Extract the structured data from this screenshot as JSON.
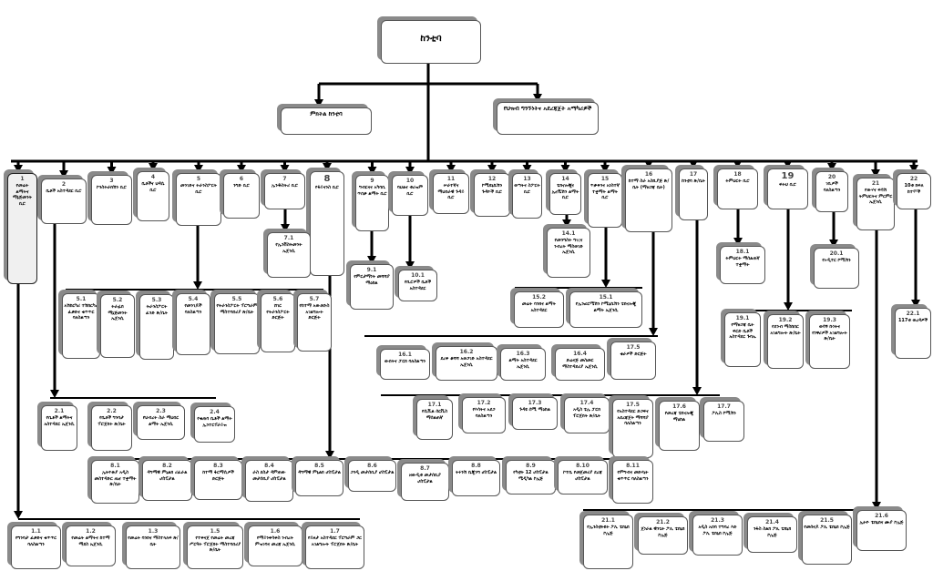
{
  "title": "ከንቲባ",
  "nodes": {
    "root": {
      "num": "",
      "label": "ከንቲባ"
    },
    "deputy": {
      "num": "",
      "label": "ምክትል ከንቲባ"
    },
    "advisors": {
      "num": "",
      "label": "የህዝብ ግንኙነትና አደረጃጀት አማካሪዎች"
    },
    "1": {
      "num": "1",
      "label": "የመሬት ልማትና ማኔጅመንት ቢሮ"
    },
    "2": {
      "num": "2",
      "label": "ቤቶች አስተዳደር ቢሮ"
    },
    "3": {
      "num": "3",
      "label": "ኮንስትራክሽን ቢሮ"
    },
    "4": {
      "num": "4",
      "label": "ቤቶችና ህዳሴ ቢሮ"
    },
    "5": {
      "num": "5",
      "label": "መንገድና ትራንስፖርት ቢሮ"
    },
    "6": {
      "num": "6",
      "label": "ንግድ ቢሮ"
    },
    "7": {
      "num": "7",
      "label": "ኢንዱስትሪ ቢሮ"
    },
    "8": {
      "num": "8",
      "label": "የፋይናንስ ቢሮ"
    },
    "9": {
      "num": "9",
      "label": "ግብርናና አካባቢ ጥበቃ ልማት ቢሮ"
    },
    "10": {
      "num": "10",
      "label": "ባህልና ቱሪዝም ቢሮ"
    },
    "11": {
      "num": "11",
      "label": "ሠራተኛና ማህበራዊ ጉዳይ ቢሮ"
    },
    "12": {
      "num": "12",
      "label": "ኮሚዩኒኬሽን ጉዳዮች ቢሮ"
    },
    "13": {
      "num": "13",
      "label": "ወጣትና ስፖርት ቢሮ"
    },
    "14": {
      "num": "14",
      "label": "ቴክኖሎጂና ኢኖቬሽን ልማት ቢሮ"
    },
    "15": {
      "num": "15",
      "label": "ጥቃቅንና አነስተኛ ተቋማት ልማት ቢሮ"
    },
    "16": {
      "num": "16",
      "label": "ከተማ ስራ አስኪያጅ ጽ/ቤት (ማዘጋጃ ቤት)"
    },
    "17": {
      "num": "17",
      "label": "ከንቲባ ጽ/ቤት"
    },
    "18": {
      "num": "18",
      "label": "ትምህርት ቢሮ"
    },
    "19": {
      "num": "19",
      "label": "ፍትህ ቢሮ"
    },
    "20": {
      "num": "20",
      "label": "ገቢዎች ባለስልጣን"
    },
    "21": {
      "num": "21",
      "label": "የውሃና ፍሳሽ ትምህርትና ምርምር ኤጀንሲ"
    },
    "22": {
      "num": "22",
      "label": "10ቱ ክፍለ ከተሞች"
    },
    "7.1": {
      "num": "7.1",
      "label": "የኢንቨስትመንት ኤጀንሲ"
    },
    "9.1": {
      "num": "9.1",
      "label": "የምርታማነት መሻሻያ ማዕከል"
    },
    "10.1": {
      "num": "10.1",
      "label": "የቢሮዎች ቤቶች አስተዳደር"
    },
    "14.1": {
      "num": "14.1",
      "label": "የመንግስት ግዢና ንብረት ማስወገድ ኤጀንሲ"
    },
    "15.1": {
      "num": "15.1",
      "label": "የኢንፎርሜሽን ኮሚኒኬሽን ቴክኖሎጂ ልማት ኤጀንሲ"
    },
    "15.2": {
      "num": "15.2",
      "label": "መሬት ባንክና ልማት አስተዳደር"
    },
    "18.1": {
      "num": "18.1",
      "label": "ትምህርት ማሰልጠኛ ተቋማት"
    },
    "20.1": {
      "num": "20.1",
      "label": "የኦዲተር ኮሚሽን"
    },
    "22.1": {
      "num": "22.1",
      "label": "117ቱ ወረዳዎች"
    },
    "5.1": {
      "num": "5.1",
      "label": "አሽከርካሪ ተሽከርካሪ ፈቃድና ቁጥጥር ባለስልጣን"
    },
    "5.2": {
      "num": "5.2",
      "label": "ትራፊክ ማኔጅመንት ኤጀንሲ"
    },
    "5.3": {
      "num": "5.3",
      "label": "ትራንስፖርት ፈንድ ጽ/ቤት"
    },
    "5.4": {
      "num": "5.4",
      "label": "የመንገዶች ባለስልጣን"
    },
    "5.5": {
      "num": "5.5",
      "label": "የትራንስፖርት ፕሮግራም ማስተባበሪያ ጽ/ቤት"
    },
    "5.6": {
      "num": "5.6",
      "label": "ሸገር የትራንስፖርት ድርጅት"
    },
    "5.7": {
      "num": "5.7",
      "label": "የከተማ አውቶቡስ አገልግሎት ድርጅት"
    },
    "2.1": {
      "num": "2.1",
      "label": "የቤቶች ልማትና አስተዳደር ኤጀንሲ"
    },
    "2.2": {
      "num": "2.2",
      "label": "የቤቶች ግንባታ ፕሮጀክት ጽ/ቤት"
    },
    "2.3": {
      "num": "2.3",
      "label": "የህብረት ስራ ማህበር ልማት ኤጀንሲ"
    },
    "2.4": {
      "num": "2.4",
      "label": "የቁጠባ ቤቶች ልማት ኢንተርፕራይዝ"
    },
    "16.1": {
      "num": "16.1",
      "label": "ውበትና ፓርክ ባለስልጣን"
    },
    "16.2": {
      "num": "16.2",
      "label": "ደረቅ ቆሻሻ አወጋገድ አስተዳደር ኤጀንሲ"
    },
    "16.3": {
      "num": "16.3",
      "label": "ልማት አስተዳደር ኤጀንሲ"
    },
    "16.4": {
      "num": "16.4",
      "label": "ድሬናጅ መስመር ማስተዳደሪያ ኤጀንሲ"
    },
    "16.5": {
      "num": "17.5",
      "label": "ቄራዎች ድርጅት"
    },
    "17.1": {
      "num": "17.1",
      "label": "የሲቪል ሰርቪስ ማሰልጠኛ"
    },
    "17.2": {
      "num": "17.2",
      "label": "የእሳትና አደጋ ባለስልጣን"
    },
    "17.3": {
      "num": "17.3",
      "label": "ጉዳዩ ሰሚ ማዕከል"
    },
    "17.4": {
      "num": "17.4",
      "label": "አዲስ ቴሌ ፓርክ ፕሮጀክት ጽ/ቤት"
    },
    "17.5": {
      "num": "17.5",
      "label": "የአስተዳደር ድጋፍና አደረጃጀት ማሻሻያ ባለስልጣን"
    },
    "17.6": {
      "num": "17.6",
      "label": "የመረጃ ቴክኖሎጂ ማዕከል"
    },
    "17.7": {
      "num": "17.7",
      "label": "ፖሊስ ኮሚሽን"
    },
    "19.1": {
      "num": "19.1",
      "label": "የማዘጋጃ ቤት ፍርድ ቤቶች አስተዳደር ጉባኤ"
    },
    "19.2": {
      "num": "19.2",
      "label": "የደንብ ማስከበር አገልግሎት ጽ/ቤት"
    },
    "19.3": {
      "num": "19.3",
      "label": "ወሳኝ ኩነትና የነዋሪዎች አገልግሎት ጽ/ቤት"
    },
    "8.1": {
      "num": "8.1",
      "label": "ኢትዮጵያ አዲስ መስተዳድር ጤና ተቋማት ጽ/ቤት"
    },
    "8.2": {
      "num": "8.2",
      "label": "ዳግማዊ ምኒልክ ሪፈራል ሆስፒታል"
    },
    "8.3": {
      "num": "8.3",
      "label": "ከተማ ፋርማሲዎች ድርጅት"
    },
    "8.4": {
      "num": "8.4",
      "label": "ራስ ደስታ ዳምጠው መታሰቢያ ሆስፒታል"
    },
    "8.5": {
      "num": "8.5",
      "label": "ዳግማዊ ምኒልክ ሆስፒታል"
    },
    "8.6": {
      "num": "8.6",
      "label": "ጋንዲ መታሰቢያ ሆስፒታል"
    },
    "8.7": {
      "num": "8.7",
      "label": "ዘውዲቱ መታሰቢያ ሆስፒታል"
    },
    "8.8": {
      "num": "8.8",
      "label": "ትሩንሽ ቤጂንግ ሆስፒታል"
    },
    "8.9": {
      "num": "8.9",
      "label": "የካቲት 12 ሆስፒታል ሜዲካል ኮሌጅ"
    },
    "8.10": {
      "num": "8.10",
      "label": "ኮተቤ የመጀመሪያ ደረጃ ሆስፒታል"
    },
    "8.11": {
      "num": "8.11",
      "label": "የምግብና መድሃኒት ቁጥጥር ባለስልጣን"
    },
    "1.1": {
      "num": "1.1",
      "label": "የግንባታ ፈቃድና ቁጥጥር ባለስልጣን"
    },
    "1.2": {
      "num": "1.2",
      "label": "የመሬት ልማትና ከተማ ማደስ ኤጀንሲ"
    },
    "1.3": {
      "num": "1.3",
      "label": "የመሬት ባንክና ማስተላለፍ ጽ/ቤት"
    },
    "1.5": {
      "num": "1.5",
      "label": "የተቀናጀ የመሬት መረጃ ሥርዓት ፕሮጀክት ማስተባበሪያ ጽ/ቤት"
    },
    "1.6": {
      "num": "1.6",
      "label": "የማይንቀሳቀስ ንብረት ምዝገባና መረጃ ኤጀንሲ"
    },
    "1.7": {
      "num": "1.7",
      "label": "የይዞታ አስተዳደር ፕሮግራም ጋር አገልግሎት ፕሮጀክት ጽ/ቤት"
    },
    "21.1": {
      "num": "21.1",
      "label": "የኢንስቲትዩት ፖሊ ቴክኒክ ኮሌጅ"
    },
    "21.2": {
      "num": "21.2",
      "label": "ጀነራል ዊንጌት ፖሊ ቴክኒክ ኮሌጅ"
    },
    "21.3": {
      "num": "21.3",
      "label": "አዲስ አበባ ተግባረ እድ ፖሊ ቴክኒክ ኮሌጅ"
    },
    "21.4": {
      "num": "21.4",
      "label": "ንፋስ ስልክ ፖሊ ቴክኒክ ኮሌጅ"
    },
    "21.5": {
      "num": "21.5",
      "label": "የመሰናዶ ፖሊ ቴክኒክ ኮሌጅ"
    },
    "21.6": {
      "num": "21.6",
      "label": "ኢትዮ ቴክኒክና ሙያ ኮሌጅ"
    }
  }
}
